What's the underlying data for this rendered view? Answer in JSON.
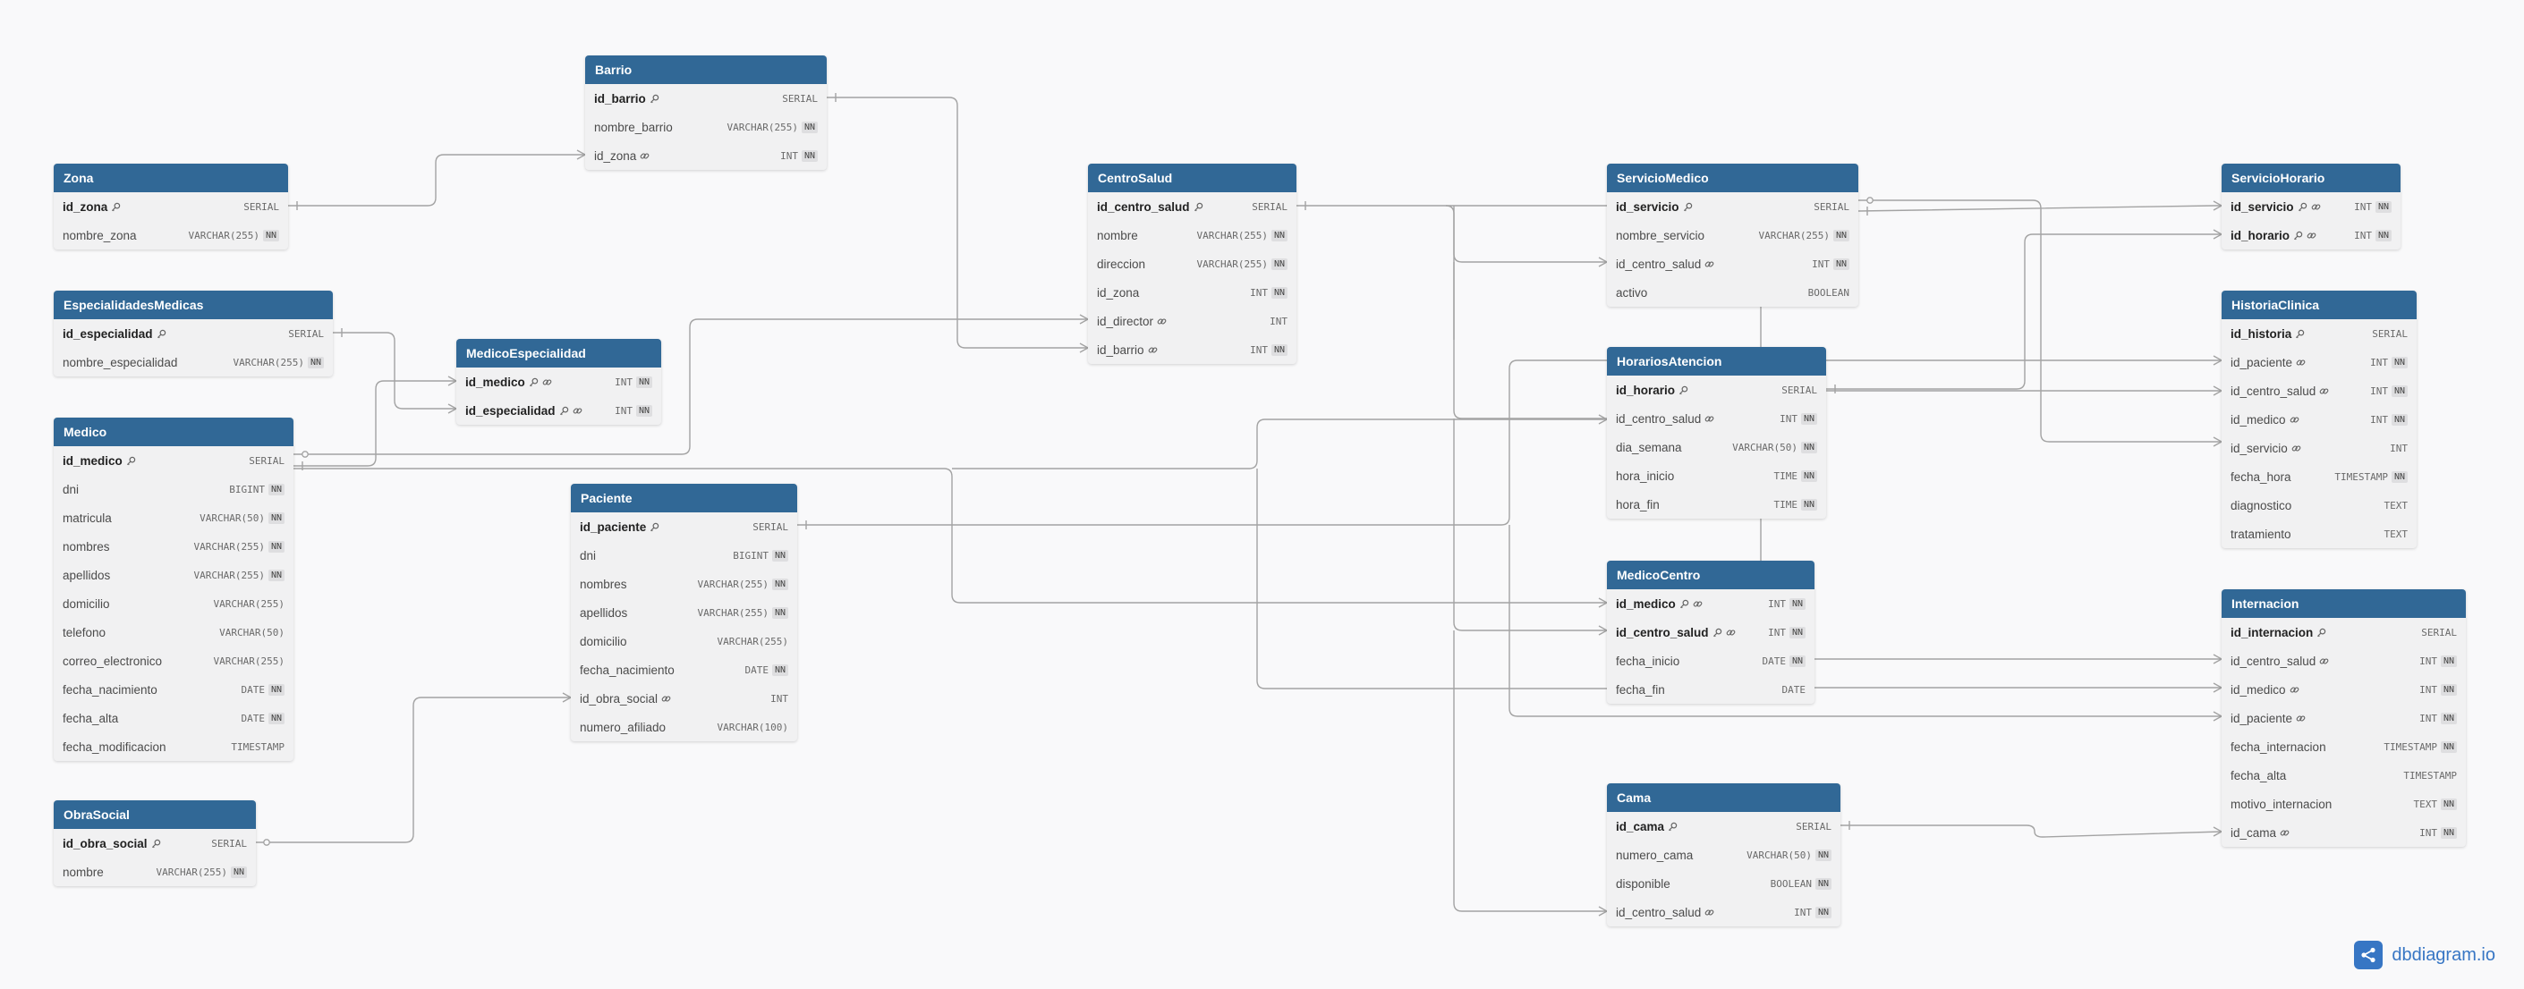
{
  "brand": {
    "name": "dbdiagram.io",
    "icon": "share-icon",
    "color": "#3776c4"
  },
  "colors": {
    "header": "#316896",
    "body": "#f1f1f2",
    "line": "#a3a3a3"
  },
  "tables": [
    {
      "id": "Barrio",
      "name": "Barrio",
      "fields": [
        {
          "name": "id_barrio",
          "pk": true,
          "type": "SERIAL",
          "nn": false
        },
        {
          "name": "nombre_barrio",
          "type": "VARCHAR(255)",
          "nn": true
        },
        {
          "name": "id_zona",
          "fk": true,
          "type": "INT",
          "nn": true
        }
      ]
    },
    {
      "id": "Zona",
      "name": "Zona",
      "fields": [
        {
          "name": "id_zona",
          "pk": true,
          "type": "SERIAL",
          "nn": false
        },
        {
          "name": "nombre_zona",
          "type": "VARCHAR(255)",
          "nn": true
        }
      ]
    },
    {
      "id": "EspecialidadesMedicas",
      "name": "EspecialidadesMedicas",
      "fields": [
        {
          "name": "id_especialidad",
          "pk": true,
          "type": "SERIAL",
          "nn": false
        },
        {
          "name": "nombre_especialidad",
          "type": "VARCHAR(255)",
          "nn": true
        }
      ]
    },
    {
      "id": "MedicoEspecialidad",
      "name": "MedicoEspecialidad",
      "fields": [
        {
          "name": "id_medico",
          "pk": true,
          "fk": true,
          "type": "INT",
          "nn": true
        },
        {
          "name": "id_especialidad",
          "pk": true,
          "fk": true,
          "type": "INT",
          "nn": true
        }
      ]
    },
    {
      "id": "Medico",
      "name": "Medico",
      "fields": [
        {
          "name": "id_medico",
          "pk": true,
          "type": "SERIAL",
          "nn": false
        },
        {
          "name": "dni",
          "type": "BIGINT",
          "nn": true
        },
        {
          "name": "matricula",
          "type": "VARCHAR(50)",
          "nn": true
        },
        {
          "name": "nombres",
          "type": "VARCHAR(255)",
          "nn": true
        },
        {
          "name": "apellidos",
          "type": "VARCHAR(255)",
          "nn": true
        },
        {
          "name": "domicilio",
          "type": "VARCHAR(255)",
          "nn": false
        },
        {
          "name": "telefono",
          "type": "VARCHAR(50)",
          "nn": false
        },
        {
          "name": "correo_electronico",
          "type": "VARCHAR(255)",
          "nn": false
        },
        {
          "name": "fecha_nacimiento",
          "type": "DATE",
          "nn": true
        },
        {
          "name": "fecha_alta",
          "type": "DATE",
          "nn": true
        },
        {
          "name": "fecha_modificacion",
          "type": "TIMESTAMP",
          "nn": false
        }
      ]
    },
    {
      "id": "ObraSocial",
      "name": "ObraSocial",
      "fields": [
        {
          "name": "id_obra_social",
          "pk": true,
          "type": "SERIAL",
          "nn": false
        },
        {
          "name": "nombre",
          "type": "VARCHAR(255)",
          "nn": true
        }
      ]
    },
    {
      "id": "Paciente",
      "name": "Paciente",
      "fields": [
        {
          "name": "id_paciente",
          "pk": true,
          "type": "SERIAL",
          "nn": false
        },
        {
          "name": "dni",
          "type": "BIGINT",
          "nn": true
        },
        {
          "name": "nombres",
          "type": "VARCHAR(255)",
          "nn": true
        },
        {
          "name": "apellidos",
          "type": "VARCHAR(255)",
          "nn": true
        },
        {
          "name": "domicilio",
          "type": "VARCHAR(255)",
          "nn": false
        },
        {
          "name": "fecha_nacimiento",
          "type": "DATE",
          "nn": true
        },
        {
          "name": "id_obra_social",
          "fk": true,
          "type": "INT",
          "nn": false
        },
        {
          "name": "numero_afiliado",
          "type": "VARCHAR(100)",
          "nn": false
        }
      ]
    },
    {
      "id": "CentroSalud",
      "name": "CentroSalud",
      "fields": [
        {
          "name": "id_centro_salud",
          "pk": true,
          "type": "SERIAL",
          "nn": false
        },
        {
          "name": "nombre",
          "type": "VARCHAR(255)",
          "nn": true
        },
        {
          "name": "direccion",
          "type": "VARCHAR(255)",
          "nn": true
        },
        {
          "name": "id_zona",
          "type": "INT",
          "nn": true
        },
        {
          "name": "id_director",
          "fk": true,
          "type": "INT",
          "nn": false
        },
        {
          "name": "id_barrio",
          "fk": true,
          "type": "INT",
          "nn": true
        }
      ]
    },
    {
      "id": "ServicioMedico",
      "name": "ServicioMedico",
      "fields": [
        {
          "name": "id_servicio",
          "pk": true,
          "type": "SERIAL",
          "nn": false
        },
        {
          "name": "nombre_servicio",
          "type": "VARCHAR(255)",
          "nn": true
        },
        {
          "name": "id_centro_salud",
          "fk": true,
          "type": "INT",
          "nn": true
        },
        {
          "name": "activo",
          "type": "BOOLEAN",
          "nn": false
        }
      ]
    },
    {
      "id": "HorariosAtencion",
      "name": "HorariosAtencion",
      "fields": [
        {
          "name": "id_horario",
          "pk": true,
          "type": "SERIAL",
          "nn": false
        },
        {
          "name": "id_centro_salud",
          "fk": true,
          "type": "INT",
          "nn": true
        },
        {
          "name": "dia_semana",
          "type": "VARCHAR(50)",
          "nn": true
        },
        {
          "name": "hora_inicio",
          "type": "TIME",
          "nn": true
        },
        {
          "name": "hora_fin",
          "type": "TIME",
          "nn": true
        }
      ]
    },
    {
      "id": "MedicoCentro",
      "name": "MedicoCentro",
      "fields": [
        {
          "name": "id_medico",
          "pk": true,
          "fk": true,
          "type": "INT",
          "nn": true
        },
        {
          "name": "id_centro_salud",
          "pk": true,
          "fk": true,
          "type": "INT",
          "nn": true
        },
        {
          "name": "fecha_inicio",
          "type": "DATE",
          "nn": true
        },
        {
          "name": "fecha_fin",
          "type": "DATE",
          "nn": false
        }
      ]
    },
    {
      "id": "Cama",
      "name": "Cama",
      "fields": [
        {
          "name": "id_cama",
          "pk": true,
          "type": "SERIAL",
          "nn": false
        },
        {
          "name": "numero_cama",
          "type": "VARCHAR(50)",
          "nn": true
        },
        {
          "name": "disponible",
          "type": "BOOLEAN",
          "nn": true
        },
        {
          "name": "id_centro_salud",
          "fk": true,
          "type": "INT",
          "nn": true
        }
      ]
    },
    {
      "id": "ServicioHorario",
      "name": "ServicioHorario",
      "fields": [
        {
          "name": "id_servicio",
          "pk": true,
          "fk": true,
          "type": "INT",
          "nn": true
        },
        {
          "name": "id_horario",
          "pk": true,
          "fk": true,
          "type": "INT",
          "nn": true
        }
      ]
    },
    {
      "id": "HistoriaClinica",
      "name": "HistoriaClinica",
      "fields": [
        {
          "name": "id_historia",
          "pk": true,
          "type": "SERIAL",
          "nn": false
        },
        {
          "name": "id_paciente",
          "fk": true,
          "type": "INT",
          "nn": true
        },
        {
          "name": "id_centro_salud",
          "fk": true,
          "type": "INT",
          "nn": true
        },
        {
          "name": "id_medico",
          "fk": true,
          "type": "INT",
          "nn": true
        },
        {
          "name": "id_servicio",
          "fk": true,
          "type": "INT",
          "nn": false
        },
        {
          "name": "fecha_hora",
          "type": "TIMESTAMP",
          "nn": true
        },
        {
          "name": "diagnostico",
          "type": "TEXT",
          "nn": false
        },
        {
          "name": "tratamiento",
          "type": "TEXT",
          "nn": false
        }
      ]
    },
    {
      "id": "Internacion",
      "name": "Internacion",
      "fields": [
        {
          "name": "id_internacion",
          "pk": true,
          "type": "SERIAL",
          "nn": false
        },
        {
          "name": "id_centro_salud",
          "fk": true,
          "type": "INT",
          "nn": true
        },
        {
          "name": "id_medico",
          "fk": true,
          "type": "INT",
          "nn": true
        },
        {
          "name": "id_paciente",
          "fk": true,
          "type": "INT",
          "nn": true
        },
        {
          "name": "fecha_internacion",
          "type": "TIMESTAMP",
          "nn": true
        },
        {
          "name": "fecha_alta",
          "type": "TIMESTAMP",
          "nn": false
        },
        {
          "name": "motivo_internacion",
          "type": "TEXT",
          "nn": true
        },
        {
          "name": "id_cama",
          "fk": true,
          "type": "INT",
          "nn": true
        }
      ]
    }
  ]
}
